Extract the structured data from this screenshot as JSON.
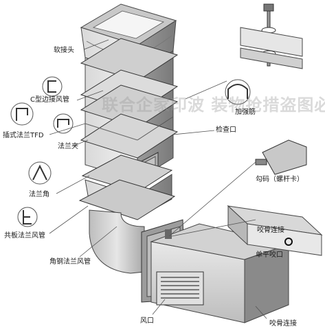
{
  "watermark": "联合企家印波 装物抢措盗图必究",
  "labels": {
    "soft_joint": "软接头",
    "c_flange_duct": "C型边接风管",
    "insert_flange_tfd": "插式法兰TFD",
    "flange_clip": "法兰夹",
    "flange_corner": "法兰角",
    "common_plate_flange_duct": "共板法兰风管",
    "angle_steel_flange_duct": "角钢法兰风管",
    "reinforcing_rib": "加强筋",
    "inspection_port": "检查口",
    "hook_code": "勾码（螺杆卡）",
    "snap_joint_1": "咬骨连接",
    "single_flat_snap": "单平咬口",
    "air_outlet": "风口",
    "snap_joint_2": "咬骨连接"
  }
}
